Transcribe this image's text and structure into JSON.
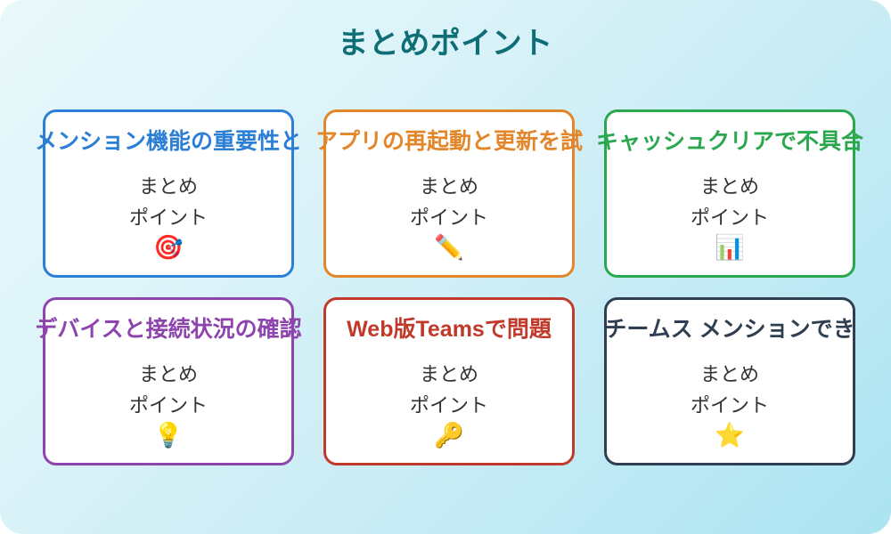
{
  "slide": {
    "title": "まとめポイント",
    "title_color": "#0e6e76",
    "background_from": "#e9f8fb",
    "background_to": "#abe4f2"
  },
  "cards": [
    {
      "title": "メンション機能の重要性と",
      "body": "まとめ\nポイント",
      "icon": "🎯",
      "icon_name": "dart-target-icon",
      "color": "#2b7fd4"
    },
    {
      "title": "アプリの再起動と更新を試",
      "body": "まとめ\nポイント",
      "icon": "✏️",
      "icon_name": "pencil-icon",
      "color": "#e3862a"
    },
    {
      "title": "キャッシュクリアで不具合",
      "body": "まとめ\nポイント",
      "icon": "📊",
      "icon_name": "bar-chart-icon",
      "color": "#2ba84f"
    },
    {
      "title": "デバイスと接続状況の確認",
      "body": "まとめ\nポイント",
      "icon": "💡",
      "icon_name": "lightbulb-icon",
      "color": "#8e44ad"
    },
    {
      "title": "Web版Teamsで問題",
      "body": "まとめ\nポイント",
      "icon": "🔑",
      "icon_name": "key-icon",
      "color": "#c0392b"
    },
    {
      "title": "チームス メンションでき",
      "body": "まとめ\nポイント",
      "icon": "⭐",
      "icon_name": "star-icon",
      "color": "#2f3e50"
    }
  ]
}
